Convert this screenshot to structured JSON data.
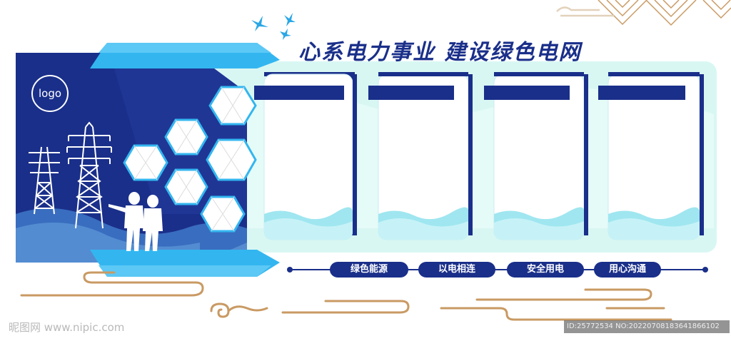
{
  "header": {
    "title": "心系电力事业  建设绿色电网"
  },
  "logo": {
    "label": "logo"
  },
  "tags": [
    "绿色能源",
    "以电相连",
    "安全用电",
    "用心沟通"
  ],
  "watermarks": {
    "site": "昵图网 www.nipic.com",
    "id_line": "ID:25772534 NO:20220708183641866102"
  },
  "colors": {
    "primary_blue": "#1a2f8a",
    "sky_blue": "#33b6f0",
    "mint": "#d8f7f3",
    "wave": "#9fe6f0",
    "gold_cloud": "#c99a63"
  },
  "icons": [
    "swallow-icon",
    "power-tower-icon",
    "worker-silhouette-icon",
    "auspicious-cloud-icon",
    "hexagon-frame-icon"
  ]
}
